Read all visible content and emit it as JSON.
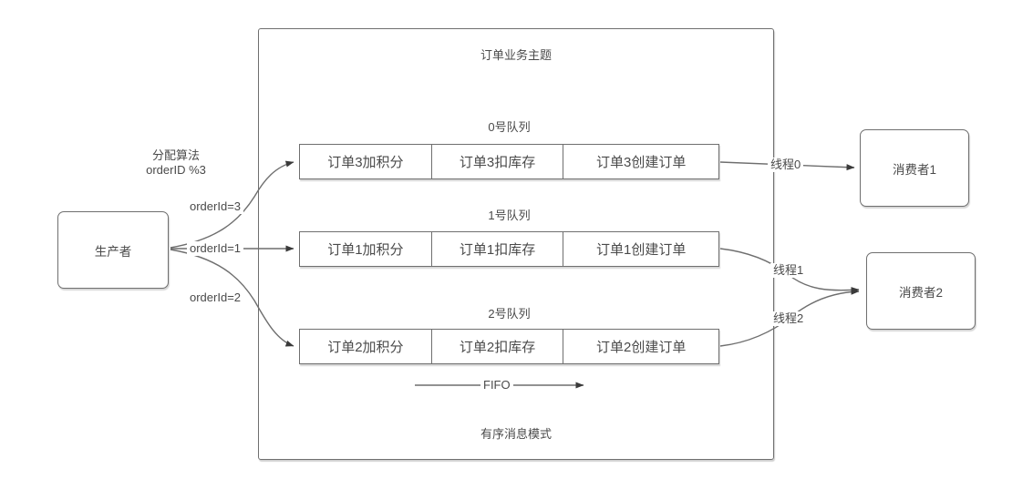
{
  "diagram": {
    "topic_container": {
      "title": "订单业务主题",
      "footer": "有序消息模式"
    },
    "producer": {
      "label": "生产者"
    },
    "algorithm_note": {
      "line1": "分配算法",
      "line2": "orderID %3"
    },
    "routes": [
      {
        "label": "orderId=3"
      },
      {
        "label": "orderId=1"
      },
      {
        "label": "orderId=2"
      }
    ],
    "queues": [
      {
        "label": "0号队列",
        "cells": [
          "订单3加积分",
          "订单3扣库存",
          "订单3创建订单"
        ]
      },
      {
        "label": "1号队列",
        "cells": [
          "订单1加积分",
          "订单1扣库存",
          "订单1创建订单"
        ]
      },
      {
        "label": "2号队列",
        "cells": [
          "订单2加积分",
          "订单2扣库存",
          "订单2创建订单"
        ]
      }
    ],
    "fifo_label": "FIFO",
    "threads": [
      {
        "label": "线程0"
      },
      {
        "label": "线程1"
      },
      {
        "label": "线程2"
      }
    ],
    "consumers": [
      {
        "label": "消费者1"
      },
      {
        "label": "消费者2"
      }
    ],
    "colors": {
      "line": "#6e6e6e",
      "border": "#6f6f6f",
      "text": "#4a4a4a",
      "arrowhead": "#3a3a3a",
      "background": "#ffffff"
    }
  }
}
